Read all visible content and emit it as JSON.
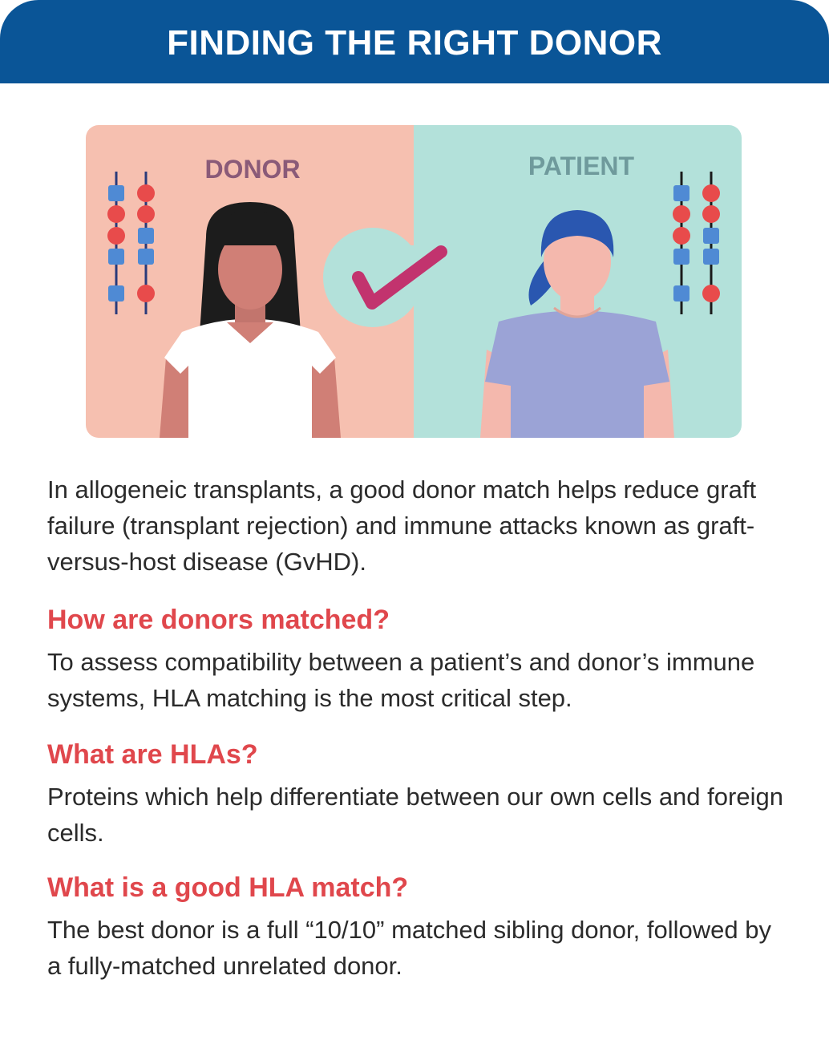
{
  "header": {
    "title": "FINDING THE RIGHT DONOR"
  },
  "illustration": {
    "donor_label": "DONOR",
    "patient_label": "PATIENT",
    "colors": {
      "donor_bg": "#f6c0b0",
      "patient_bg": "#b3e1da",
      "checkmark": "#c2336e",
      "header_blue": "#0a5597",
      "heading_red": "#e0474c"
    }
  },
  "intro": "In allogeneic transplants, a good donor match helps reduce graft failure (transplant rejection) and immune attacks known as graft-versus-host disease (GvHD).",
  "sections": [
    {
      "heading": "How are donors matched?",
      "body": "To assess compatibility between a patient’s and donor’s immune systems, HLA matching is the most critical step."
    },
    {
      "heading": "What are HLAs?",
      "body": "Proteins which help differentiate between our own cells and foreign cells."
    },
    {
      "heading": "What is a good HLA match?",
      "body": "The best donor is a full “10/10” matched sibling donor, followed by a fully-matched unrelated donor."
    }
  ]
}
